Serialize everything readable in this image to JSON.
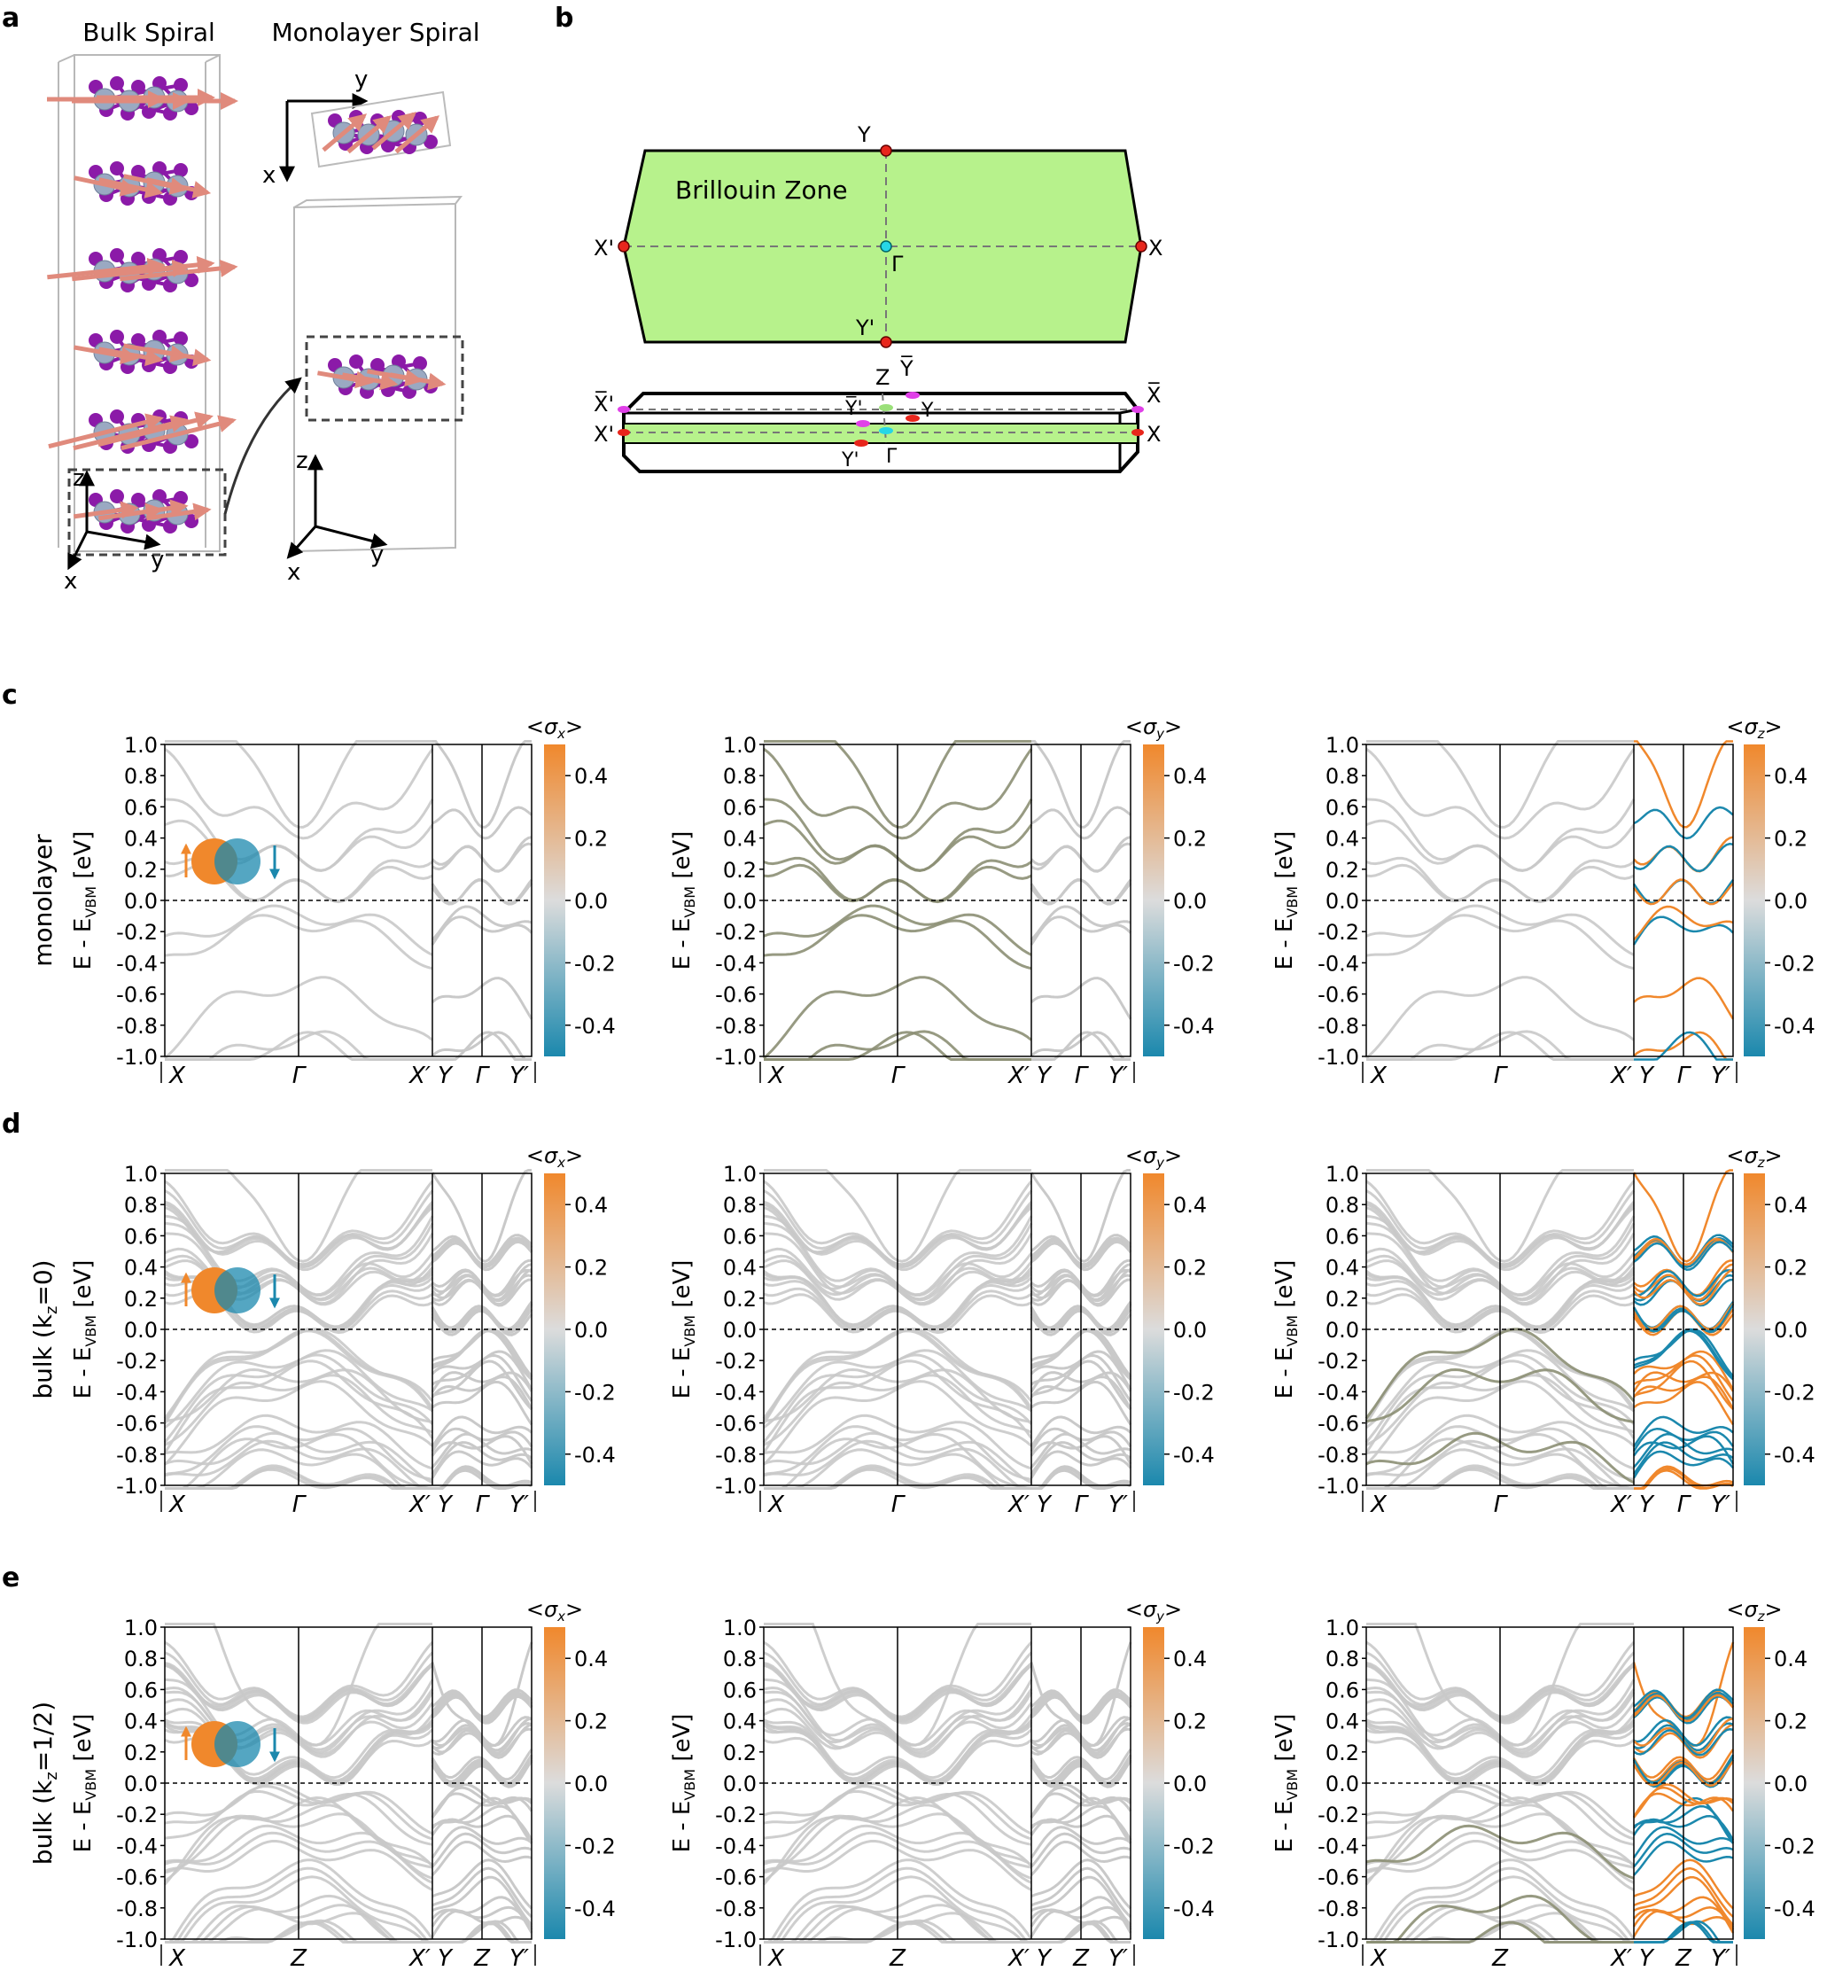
{
  "panel_letters": {
    "a": "a",
    "b": "b",
    "c": "c",
    "d": "d",
    "e": "e"
  },
  "panel_a": {
    "title_bulk": "Bulk Spiral",
    "title_mono": "Monolayer Spiral",
    "axes": {
      "x": "x",
      "y": "y",
      "z": "z"
    }
  },
  "panel_b": {
    "zone_label": "Brillouin Zone",
    "points_2d": {
      "Y": "Y",
      "Yp": "Y'",
      "X": "X",
      "Xp": "X'",
      "G": "Γ"
    },
    "points_3d": {
      "Z": "Z",
      "Ybar": "Y̅",
      "Xbar": "X̅",
      "Xbarp": "X̅'",
      "Ybarp": "Y̅'",
      "X": "X",
      "Xp": "X'",
      "Y": "Y",
      "Yp": "Y'",
      "G": "Γ"
    }
  },
  "colors": {
    "orange": "#f0882c",
    "teal": "#1b88ad",
    "mid": "#c9c9c9",
    "purple": "#8b1aa8",
    "atom_grey": "#9aa9c2",
    "arrow": "#e08a7c",
    "bz_fill": "#b7f28c",
    "point_red": "#e8261c",
    "point_cyan": "#27d6e6",
    "point_magenta": "#e040e8",
    "point_green": "#9be07a",
    "tinted_band": "#8c8f74"
  },
  "ytick_labels": [
    "1.0",
    "0.8",
    "0.6",
    "0.4",
    "0.2",
    "0.0",
    "-0.2",
    "-0.4",
    "-0.6",
    "-0.8",
    "-1.0"
  ],
  "colorbar_tick_labels": [
    "0.4",
    "0.2",
    "0.0",
    "-0.2",
    "-0.4"
  ],
  "ylabel_main": "E - E",
  "ylabel_sub": "VBM",
  "ylabel_unit": " [eV]",
  "colorbar_titles": [
    {
      "open": "<σ",
      "sub": "x",
      "close": ">"
    },
    {
      "open": "<σ",
      "sub": "y",
      "close": ">"
    },
    {
      "open": "<σ",
      "sub": "z",
      "close": ">"
    }
  ],
  "rows": [
    {
      "letter": "c",
      "label": "monolayer",
      "label_sub": "",
      "label_tail": "",
      "xticks": [
        "X",
        "Γ",
        "X′",
        "Y",
        "Γ",
        "Y′"
      ]
    },
    {
      "letter": "d",
      "label": "bulk (k",
      "label_sub": "z",
      "label_tail": "=0)",
      "xticks": [
        "X",
        "Γ",
        "X′",
        "Y",
        "Γ",
        "Y′"
      ]
    },
    {
      "letter": "e",
      "label": "bulk (k",
      "label_sub": "z",
      "label_tail": "=1/2)",
      "xticks": [
        "X",
        "Z",
        "X′",
        "Y",
        "Z",
        "Y′"
      ]
    }
  ],
  "chart_data": [
    {
      "type": "line",
      "row": "monolayer",
      "component": "σx",
      "ylim": [
        -1.0,
        1.0
      ],
      "colorbar_range": [
        -0.5,
        0.5
      ],
      "grid": false,
      "legend": "none",
      "x_path": [
        "X",
        "Γ",
        "X′",
        "Y",
        "Γ",
        "Y′"
      ],
      "valence_band_maximum": 0.0,
      "bands_shown": 11
    },
    {
      "type": "line",
      "row": "monolayer",
      "component": "σy",
      "ylim": [
        -1.0,
        1.0
      ],
      "colorbar_range": [
        -0.5,
        0.5
      ],
      "grid": false,
      "legend": "none",
      "x_path": [
        "X",
        "Γ",
        "X′",
        "Y",
        "Γ",
        "Y′"
      ],
      "valence_band_maximum": 0.0,
      "bands_shown": 11
    },
    {
      "type": "line",
      "row": "monolayer",
      "component": "σz",
      "ylim": [
        -1.0,
        1.0
      ],
      "colorbar_range": [
        -0.5,
        0.5
      ],
      "grid": false,
      "legend": "none",
      "x_path": [
        "X",
        "Γ",
        "X′",
        "Y",
        "Γ",
        "Y′"
      ],
      "valence_band_maximum": 0.0,
      "bands_shown": 11
    },
    {
      "type": "line",
      "row": "bulk (kz=0)",
      "component": "σx",
      "ylim": [
        -1.0,
        1.0
      ],
      "colorbar_range": [
        -0.5,
        0.5
      ],
      "grid": false,
      "legend": "none",
      "x_path": [
        "X",
        "Γ",
        "X′",
        "Y",
        "Γ",
        "Y′"
      ],
      "valence_band_maximum": 0.0,
      "bands_shown": 36
    },
    {
      "type": "line",
      "row": "bulk (kz=0)",
      "component": "σy",
      "ylim": [
        -1.0,
        1.0
      ],
      "colorbar_range": [
        -0.5,
        0.5
      ],
      "grid": false,
      "legend": "none",
      "x_path": [
        "X",
        "Γ",
        "X′",
        "Y",
        "Γ",
        "Y′"
      ],
      "valence_band_maximum": 0.0,
      "bands_shown": 36
    },
    {
      "type": "line",
      "row": "bulk (kz=0)",
      "component": "σz",
      "ylim": [
        -1.0,
        1.0
      ],
      "colorbar_range": [
        -0.5,
        0.5
      ],
      "grid": false,
      "legend": "none",
      "x_path": [
        "X",
        "Γ",
        "X′",
        "Y",
        "Γ",
        "Y′"
      ],
      "valence_band_maximum": 0.0,
      "bands_shown": 36
    },
    {
      "type": "line",
      "row": "bulk (kz=1/2)",
      "component": "σx",
      "ylim": [
        -1.0,
        1.0
      ],
      "colorbar_range": [
        -0.5,
        0.5
      ],
      "grid": false,
      "legend": "none",
      "x_path": [
        "X",
        "Z",
        "X′",
        "Y",
        "Z",
        "Y′"
      ],
      "valence_band_maximum": 0.0,
      "bands_shown": 36
    },
    {
      "type": "line",
      "row": "bulk (kz=1/2)",
      "component": "σy",
      "ylim": [
        -1.0,
        1.0
      ],
      "colorbar_range": [
        -0.5,
        0.5
      ],
      "grid": false,
      "legend": "none",
      "x_path": [
        "X",
        "Z",
        "X′",
        "Y",
        "Z",
        "Y′"
      ],
      "valence_band_maximum": 0.0,
      "bands_shown": 36
    },
    {
      "type": "line",
      "row": "bulk (kz=1/2)",
      "component": "σz",
      "ylim": [
        -1.0,
        1.0
      ],
      "colorbar_range": [
        -0.5,
        0.5
      ],
      "grid": false,
      "legend": "none",
      "x_path": [
        "X",
        "Z",
        "X′",
        "Y",
        "Z",
        "Y′"
      ],
      "valence_band_maximum": 0.0,
      "bands_shown": 36
    }
  ]
}
